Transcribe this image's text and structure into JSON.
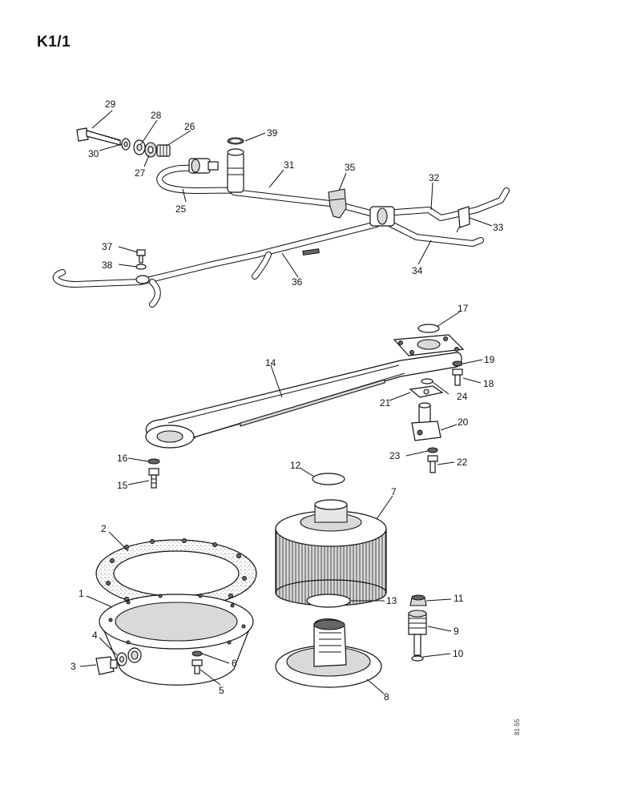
{
  "sheet": {
    "title": "K1/1",
    "code": "81·55"
  },
  "labels": {
    "p1": "1",
    "p2": "2",
    "p3": "3",
    "p4": "4",
    "p5": "5",
    "p6": "6",
    "p7": "7",
    "p8": "8",
    "p9": "9",
    "p10": "10",
    "p11": "11",
    "p12": "12",
    "p13": "13",
    "p14": "14",
    "p15": "15",
    "p16": "16",
    "p17": "17",
    "p18": "18",
    "p19": "19",
    "p20": "20",
    "p21": "21",
    "p22": "22",
    "p23": "23",
    "p24": "24",
    "p25": "25",
    "p26": "26",
    "p27": "27",
    "p28": "28",
    "p29": "29",
    "p30": "30",
    "p31": "31",
    "p32": "32",
    "p33": "33",
    "p34": "34",
    "p35": "35",
    "p36": "36",
    "p37": "37",
    "p38": "38",
    "p39": "39"
  }
}
